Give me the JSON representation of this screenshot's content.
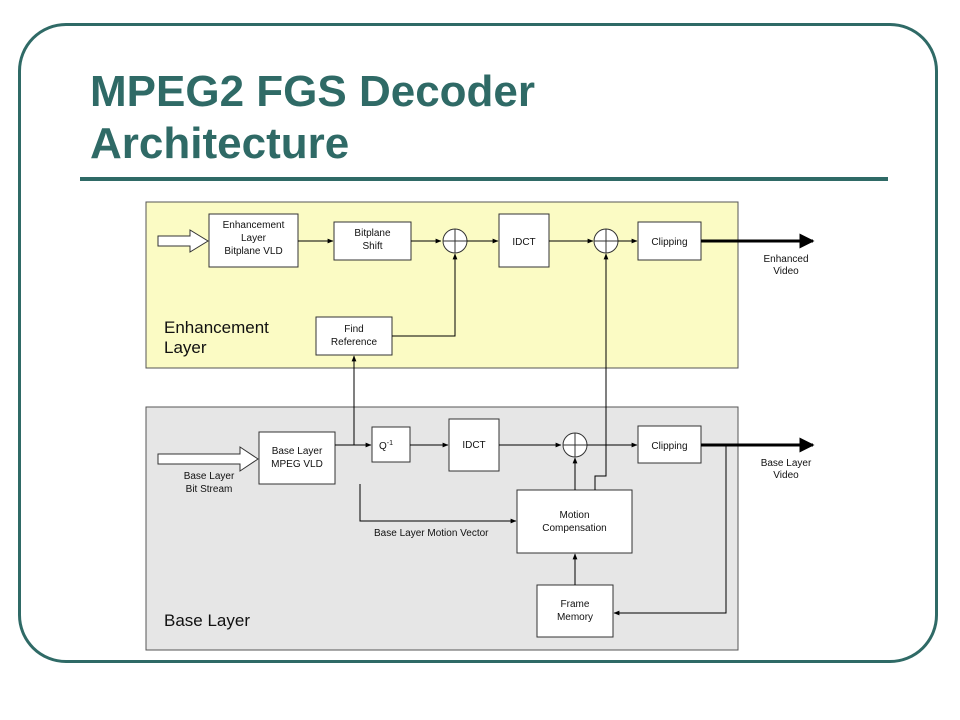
{
  "slide": {
    "title": "MPEG2 FGS Decoder\nArchitecture"
  },
  "diagram": {
    "enhancement_layer": {
      "label": [
        "Enhancement",
        "Layer"
      ],
      "blocks": {
        "vld": [
          "Enhancement",
          "Layer",
          "Bitplane VLD"
        ],
        "shift": [
          "Bitplane",
          "Shift"
        ],
        "idct": [
          "IDCT"
        ],
        "clipping": [
          "Clipping"
        ],
        "find_ref": [
          "Find",
          "Reference"
        ]
      },
      "output": [
        "Enhanced",
        "Video"
      ]
    },
    "base_layer": {
      "label": [
        "Base Layer"
      ],
      "blocks": {
        "vld": [
          "Base Layer",
          "MPEG VLD"
        ],
        "q_inverse": "Q",
        "q_inverse_sup": "-1",
        "idct": [
          "IDCT"
        ],
        "clipping": [
          "Clipping"
        ],
        "motion_comp": [
          "Motion",
          "Compensation"
        ],
        "frame_memory": [
          "Frame",
          "Memory"
        ]
      },
      "input": [
        "Base Layer",
        "Bit Stream"
      ],
      "motion_vector": "Base Layer Motion Vector",
      "output": [
        "Base Layer",
        "Video"
      ]
    },
    "colors": {
      "enhancement_bg": "#fbfbc4",
      "base_bg": "#e6e6e6",
      "accent": "#2f6a66"
    }
  }
}
